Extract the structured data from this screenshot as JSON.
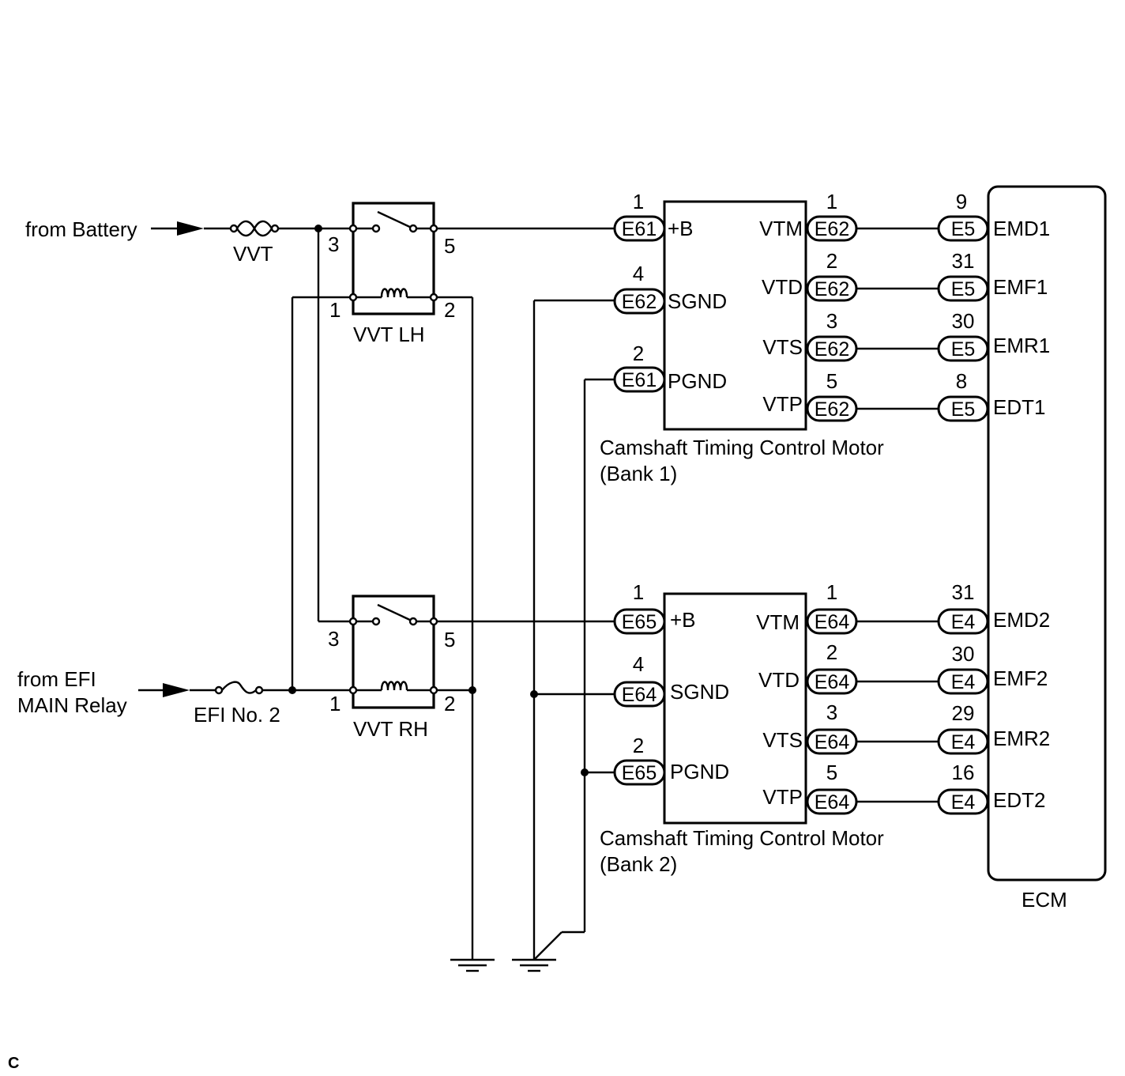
{
  "sources": {
    "battery": "from Battery",
    "efi_main_relay_line1": "from EFI",
    "efi_main_relay_line2": "MAIN Relay"
  },
  "fuses": {
    "vvt": "VVT",
    "efi_no2": "EFI No. 2"
  },
  "relays": {
    "lh": {
      "name": "VVT LH",
      "pins": [
        "3",
        "5",
        "1",
        "2"
      ]
    },
    "rh": {
      "name": "VVT RH",
      "pins": [
        "3",
        "5",
        "1",
        "2"
      ]
    }
  },
  "motors": {
    "bank1": {
      "title_line1": "Camshaft Timing Control Motor",
      "title_line2": "(Bank 1)",
      "left_terminals": [
        {
          "pin": "1",
          "connector": "E61",
          "name": "+B"
        },
        {
          "pin": "4",
          "connector": "E62",
          "name": "SGND"
        },
        {
          "pin": "2",
          "connector": "E61",
          "name": "PGND"
        }
      ],
      "right_terminals": [
        {
          "name": "VTM",
          "pin": "1",
          "connector": "E62"
        },
        {
          "name": "VTD",
          "pin": "2",
          "connector": "E62"
        },
        {
          "name": "VTS",
          "pin": "3",
          "connector": "E62"
        },
        {
          "name": "VTP",
          "pin": "5",
          "connector": "E62"
        }
      ]
    },
    "bank2": {
      "title_line1": "Camshaft Timing Control Motor",
      "title_line2": "(Bank 2)",
      "left_terminals": [
        {
          "pin": "1",
          "connector": "E65",
          "name": "+B"
        },
        {
          "pin": "4",
          "connector": "E64",
          "name": "SGND"
        },
        {
          "pin": "2",
          "connector": "E65",
          "name": "PGND"
        }
      ],
      "right_terminals": [
        {
          "name": "VTM",
          "pin": "1",
          "connector": "E64"
        },
        {
          "name": "VTD",
          "pin": "2",
          "connector": "E64"
        },
        {
          "name": "VTS",
          "pin": "3",
          "connector": "E64"
        },
        {
          "name": "VTP",
          "pin": "5",
          "connector": "E64"
        }
      ]
    }
  },
  "ecm": {
    "name": "ECM",
    "terminals": [
      {
        "pin": "9",
        "connector": "E5",
        "name": "EMD1"
      },
      {
        "pin": "31",
        "connector": "E5",
        "name": "EMF1"
      },
      {
        "pin": "30",
        "connector": "E5",
        "name": "EMR1"
      },
      {
        "pin": "8",
        "connector": "E5",
        "name": "EDT1"
      },
      {
        "pin": "31",
        "connector": "E4",
        "name": "EMD2"
      },
      {
        "pin": "30",
        "connector": "E4",
        "name": "EMF2"
      },
      {
        "pin": "29",
        "connector": "E4",
        "name": "EMR2"
      },
      {
        "pin": "16",
        "connector": "E4",
        "name": "EDT2"
      }
    ]
  },
  "corner_mark": "C"
}
